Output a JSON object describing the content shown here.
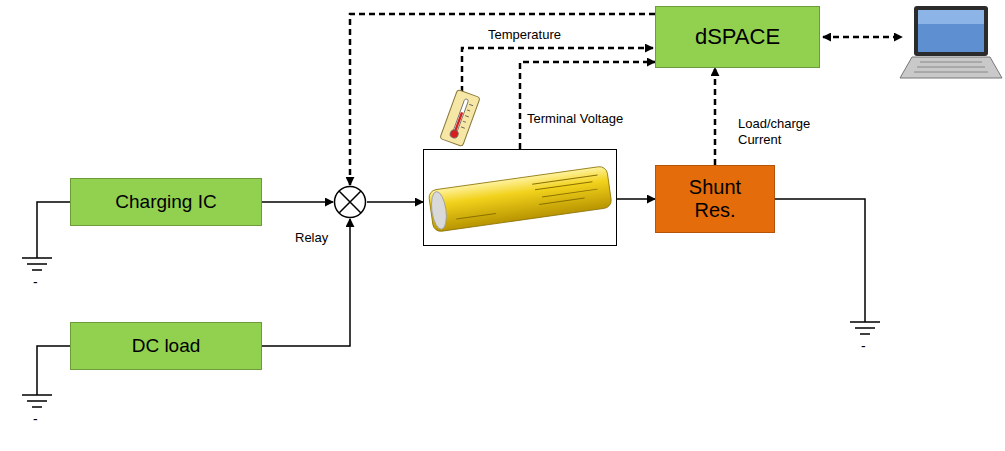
{
  "diagram": {
    "nodes": [
      {
        "text": [
          "Charging IC"
        ]
      },
      {
        "text": [
          "DC load"
        ]
      },
      {
        "text": [
          "Relay"
        ]
      },
      {
        "text": []
      },
      {
        "text": [
          "Shunt Res."
        ]
      },
      {
        "text": [
          "dSPACE"
        ]
      }
    ],
    "edges": [
      {
        "from": 0,
        "to": 2,
        "arrow": "to"
      },
      {
        "from": 1,
        "to": 2,
        "arrow": "to"
      },
      {
        "from": 2,
        "to": 3,
        "arrow": "to"
      },
      {
        "from": 3,
        "to": 4,
        "arrow": "to"
      },
      {
        "from": 3,
        "to": 5,
        "label": "Terminal Voltage",
        "arrow": "to"
      },
      {
        "from": 4,
        "to": 5,
        "label": "Load/charge Current",
        "arrow": "to"
      },
      {
        "from": 5,
        "to": 2,
        "arrow": "to"
      }
    ],
    "labels": [
      "Temperature",
      "-",
      "-",
      "-"
    ]
  }
}
